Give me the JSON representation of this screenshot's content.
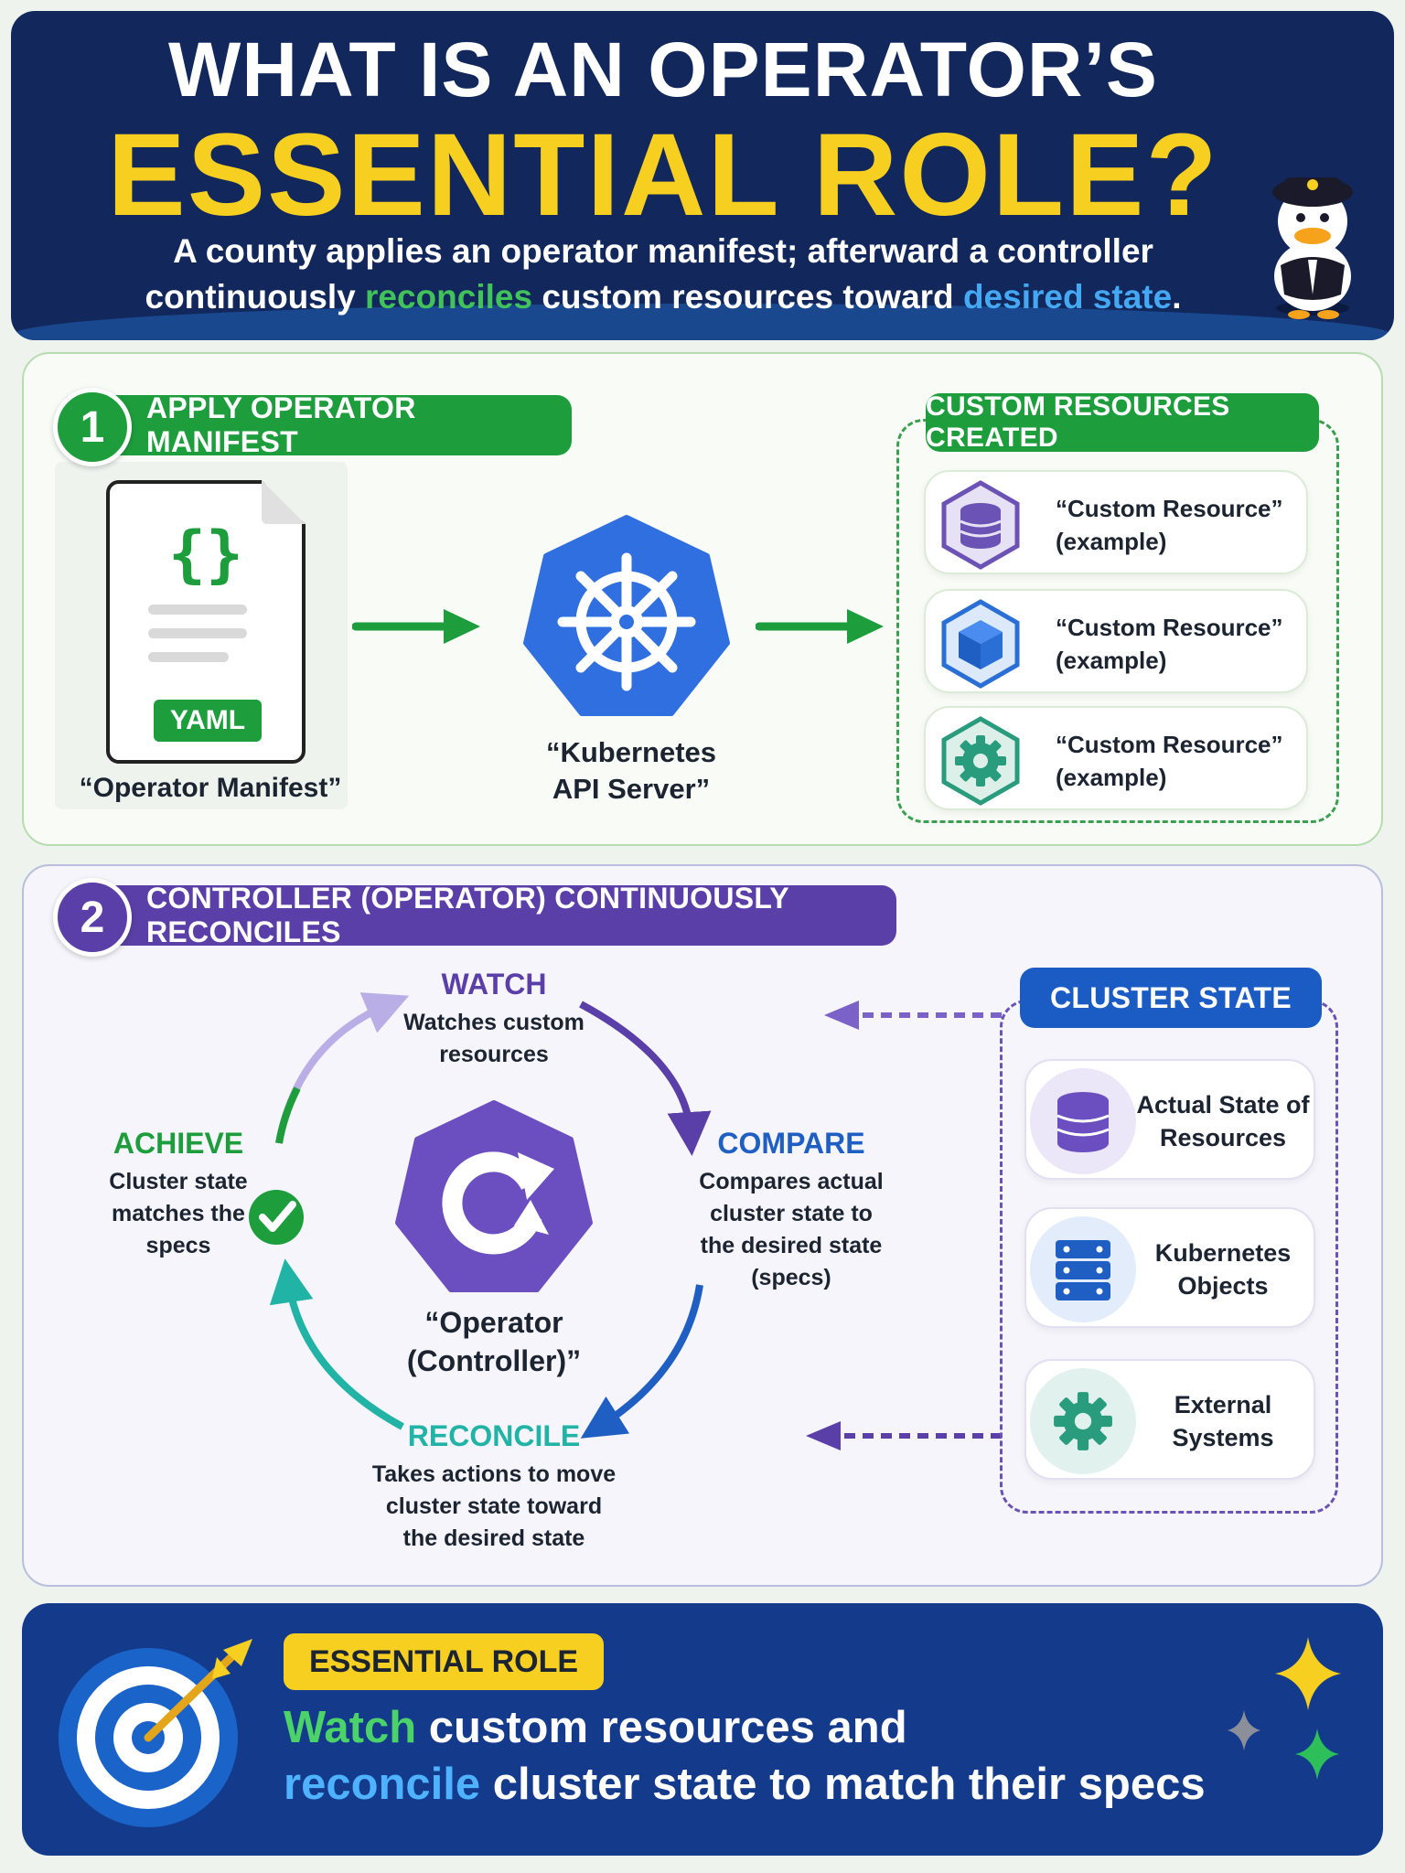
{
  "header": {
    "title_line1": "WHAT IS AN OPERATOR’S",
    "title_line2": "ESSENTIAL ROLE?",
    "subtitle_part1": "A county applies an operator manifest; afterward a controller continuously ",
    "subtitle_hl1": "reconciles",
    "subtitle_part2": " custom resources toward ",
    "subtitle_hl2": "desired state",
    "subtitle_part3": "."
  },
  "section1": {
    "number": "1",
    "title": "APPLY OPERATOR MANIFEST",
    "manifest_braces": "{}",
    "manifest_badge": "YAML",
    "manifest_label": "“Operator Manifest”",
    "api_label_line1": "“Kubernetes",
    "api_label_line2": "API Server”",
    "cr_title": "CUSTOM RESOURCES CREATED",
    "resources": [
      {
        "line1": "“Custom Resource”",
        "line2": "(example)",
        "icon": "database-icon"
      },
      {
        "line1": "“Custom Resource”",
        "line2": "(example)",
        "icon": "cube-icon"
      },
      {
        "line1": "“Custom Resource”",
        "line2": "(example)",
        "icon": "gear-icon"
      }
    ]
  },
  "section2": {
    "number": "2",
    "title": "CONTROLLER (OPERATOR) CONTINUOUSLY RECONCILES",
    "watch": {
      "title": "WATCH",
      "line1": "Watches custom",
      "line2": "resources"
    },
    "compare": {
      "title": "COMPARE",
      "line1": "Compares actual",
      "line2": "cluster state to",
      "line3": "the desired state",
      "line4": "(specs)"
    },
    "reconcile": {
      "title": "RECONCILE",
      "line1": "Takes actions to move",
      "line2": "cluster state toward",
      "line3": "the desired state"
    },
    "achieve": {
      "title": "ACHIEVE",
      "line1": "Cluster state",
      "line2": "matches the",
      "line3": "specs"
    },
    "operator_line1": "“Operator",
    "operator_line2": "(Controller)”",
    "cluster_title": "CLUSTER STATE",
    "cluster_items": [
      {
        "line1": "Actual State of",
        "line2": "Resources",
        "icon": "database-icon"
      },
      {
        "line1": "Kubernetes",
        "line2": "Objects",
        "icon": "server-icon"
      },
      {
        "line1": "External",
        "line2": "Systems",
        "icon": "gear-icon"
      }
    ]
  },
  "footer": {
    "badge": "ESSENTIAL ROLE",
    "hl1": "Watch",
    "text1": " custom resources and",
    "hl2": "reconcile",
    "text2": " cluster state to match their specs"
  },
  "colors": {
    "navy": "#12285c",
    "yellow": "#f7cf20",
    "green": "#1e9d3c",
    "purple": "#5b3fa8",
    "blue": "#2a6fd6",
    "teal": "#21b3a6"
  }
}
